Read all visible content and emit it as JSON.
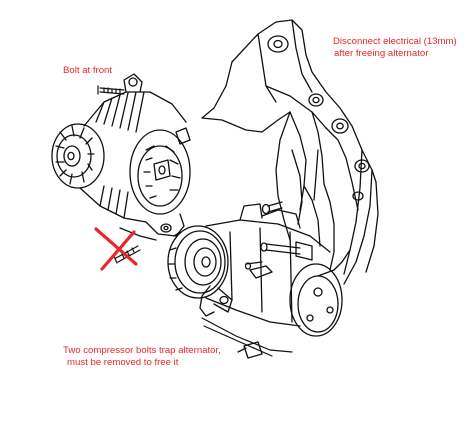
{
  "annotations": {
    "electrical": {
      "line1": "Disconnect electrical (13mm)",
      "line2": "after freeing alternator"
    },
    "bolt_front": "Bolt at front",
    "compressor": {
      "line1": "Two compressor bolts trap alternator,",
      "line2": "must be removed to free it"
    }
  },
  "colors": {
    "annotation_text": "#e8272a",
    "strike_mark": "#e8272a",
    "line_art": "#111111",
    "background": "#ffffff"
  }
}
